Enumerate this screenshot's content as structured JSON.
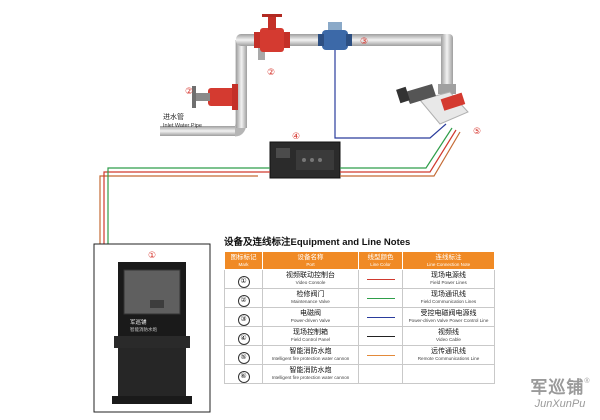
{
  "diagram": {
    "callouts": [
      "①",
      "②",
      "②",
      "③",
      "④",
      "⑤"
    ],
    "inlet_label_zh": "进水管",
    "inlet_label_en": "Inlet Water Pipe",
    "console_brand": "军巡铺",
    "console_screen_text": "智能消防水炮"
  },
  "legend": {
    "title": "设备及连线标注Equipment and Line Notes",
    "headers": [
      {
        "zh": "图标标记",
        "en": "Mark"
      },
      {
        "zh": "设备名称",
        "en": "Port"
      },
      {
        "zh": "线型颜色",
        "en": "Line Color"
      },
      {
        "zh": "连线标注",
        "en": "Line Connection Note"
      }
    ],
    "rows": [
      {
        "mark": "①",
        "name_zh": "视频联动控制台",
        "name_en": "Video Console",
        "color": "#d03a2f",
        "note_zh": "现场电源线",
        "note_en": "Field Power Lines"
      },
      {
        "mark": "②",
        "name_zh": "检修阀门",
        "name_en": "Maintenance Valve",
        "color": "#2f9e4a",
        "note_zh": "现场通讯线",
        "note_en": "Field Communication Lines"
      },
      {
        "mark": "③",
        "name_zh": "电磁阀",
        "name_en": "Power-driven Valve",
        "color": "#2a3c9c",
        "note_zh": "受控电磁阀电源线",
        "note_en": "Power-driven Valve Power Control Line"
      },
      {
        "mark": "④",
        "name_zh": "现场控制箱",
        "name_en": "Field Control Panel",
        "color": "#222222",
        "note_zh": "视频线",
        "note_en": "Video Cable"
      },
      {
        "mark": "⑤",
        "name_zh": "智能消防水炮",
        "name_en": "Intelligent fire protection water cannon",
        "color": "#e38a3a",
        "note_zh": "远传通讯线",
        "note_en": "Remote Communications Line"
      },
      {
        "mark": "⑥",
        "name_zh": "智能消防水炮",
        "name_en": "Intelligent fire protection water cannon",
        "color": "",
        "note_zh": "",
        "note_en": ""
      }
    ]
  },
  "brand": {
    "zh": "军巡铺",
    "reg": "®",
    "en": "JunXunPu"
  },
  "colors": {
    "accent_orange": "#f08a25",
    "callout_red": "#d6342c",
    "pipe_gray": "#c8c8c8"
  }
}
